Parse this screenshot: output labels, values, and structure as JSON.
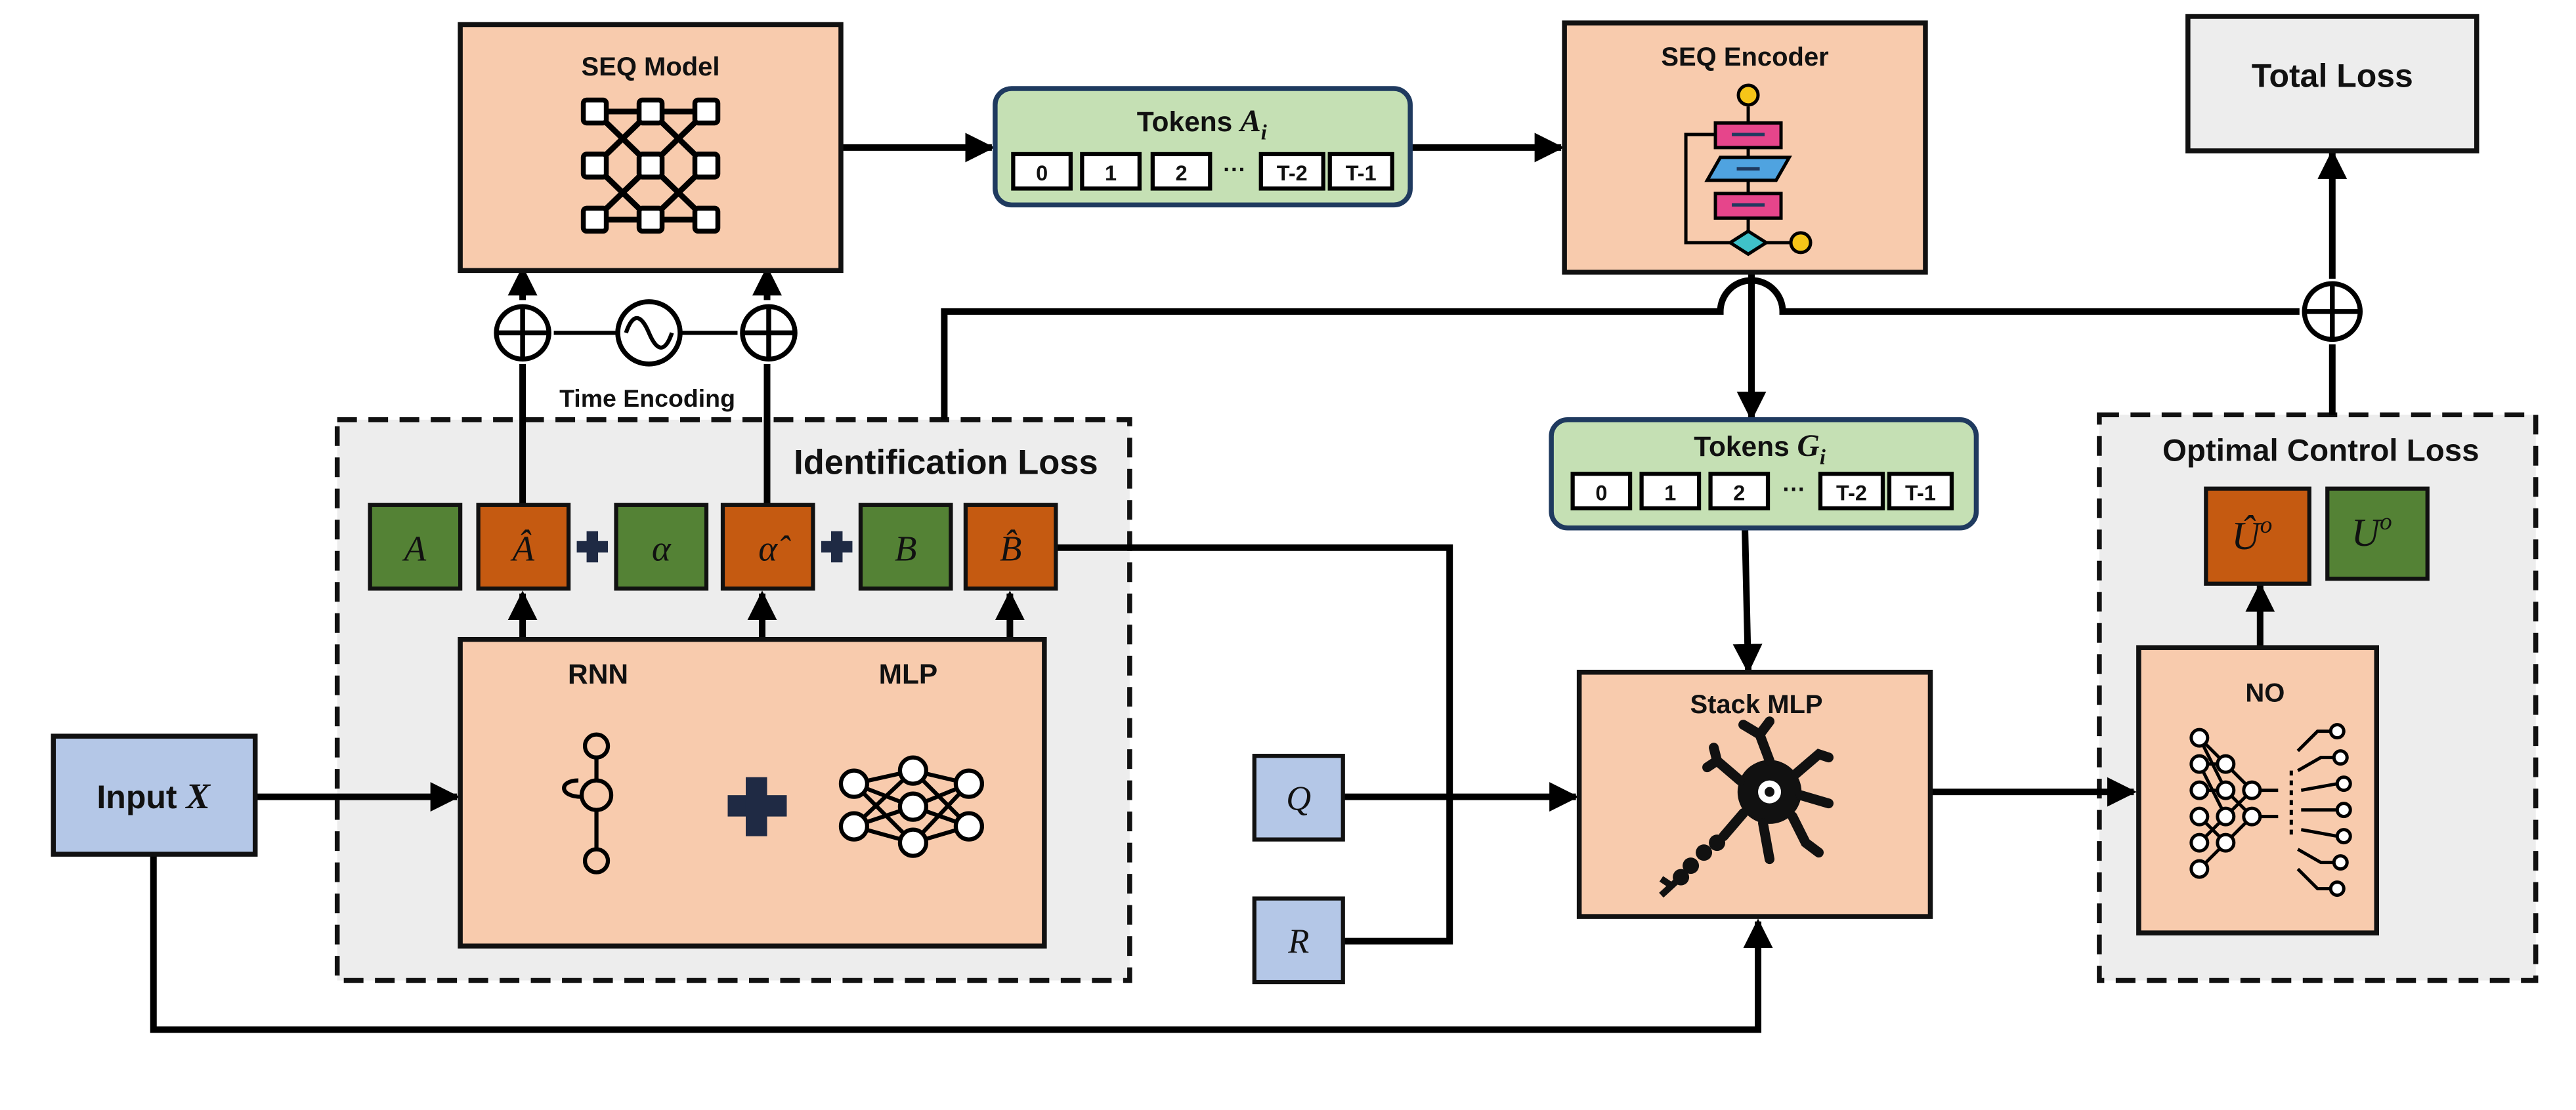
{
  "colors": {
    "peach": "#f8cbad",
    "orange": "#c55a11",
    "green": "#548235",
    "light_green": "#c5e0b4",
    "light_blue": "#b4c7e7",
    "region_gray": "#ededed",
    "loss_gray": "#ededed",
    "magenta": "#e6458b",
    "blue_accent": "#4fa3e0",
    "teal": "#3fc1c9",
    "yellow": "#f5c518"
  },
  "blocks": {
    "seq_model": "SEQ Model",
    "seq_encoder": "SEQ Encoder",
    "total_loss": "Total Loss",
    "input_x": {
      "text": "Input ",
      "math": "X"
    },
    "q": "Q",
    "r": "R",
    "stack_mlp": "Stack MLP",
    "no": "NO",
    "rnn": "RNN",
    "mlp": "MLP",
    "time_encoding": "Time Encoding"
  },
  "regions": {
    "identification": "Identification Loss",
    "optimal_control": "Optimal Control Loss"
  },
  "params": {
    "a": "A",
    "a_hat": "Â",
    "alpha": "α",
    "alpha_hat": "α̂",
    "b": "B",
    "b_hat": "B̂",
    "u_hat": "Û",
    "u": "U",
    "sup_o": "o"
  },
  "tokens_a": {
    "title": "Tokens ",
    "math": "A",
    "sub": "i",
    "cells": [
      "0",
      "1",
      "2",
      "T-2",
      "T-1"
    ],
    "dots": "···"
  },
  "tokens_g": {
    "title": "Tokens ",
    "math": "G",
    "sub": "i",
    "cells": [
      "0",
      "1",
      "2",
      "T-2",
      "T-1"
    ],
    "dots": "···"
  },
  "icons": [
    "network-graph-icon",
    "recurrent-node-icon",
    "neural-net-icon",
    "flowchart-icon",
    "neuron-icon",
    "circuit-chip-icon",
    "sine-wave-icon",
    "plus-icon"
  ]
}
